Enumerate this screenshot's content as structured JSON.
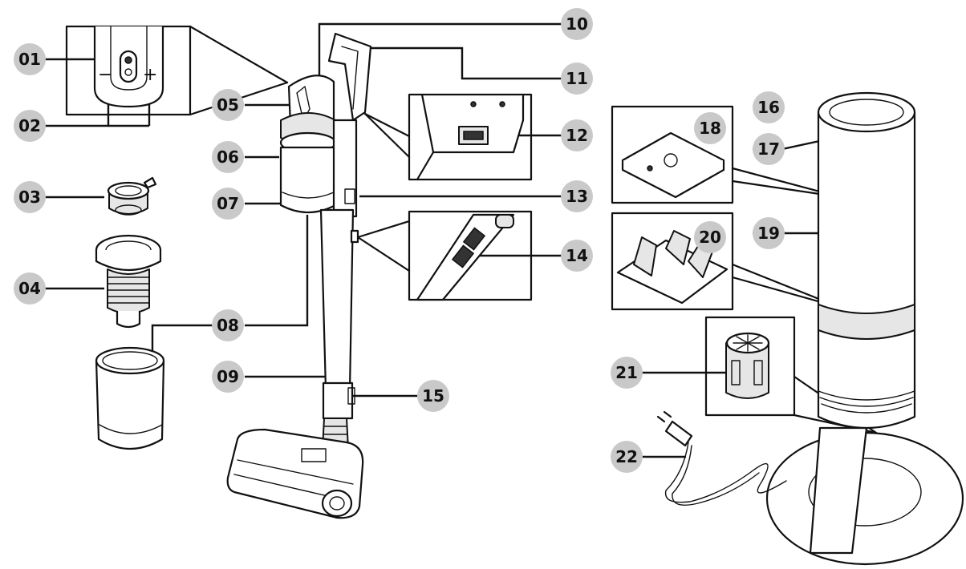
{
  "callouts": {
    "c01": "01",
    "c02": "02",
    "c03": "03",
    "c04": "04",
    "c05": "05",
    "c06": "06",
    "c07": "07",
    "c08": "08",
    "c09": "09",
    "c10": "10",
    "c11": "11",
    "c12": "12",
    "c13": "13",
    "c14": "14",
    "c15": "15",
    "c16": "16",
    "c17": "17",
    "c18": "18",
    "c19": "19",
    "c20": "20",
    "c21": "21",
    "c22": "22"
  },
  "icons": {
    "minus": "−",
    "plus": "+"
  },
  "colors": {
    "callout_fill": "#c9c9c9",
    "ink": "#111111",
    "background": "#ffffff"
  }
}
